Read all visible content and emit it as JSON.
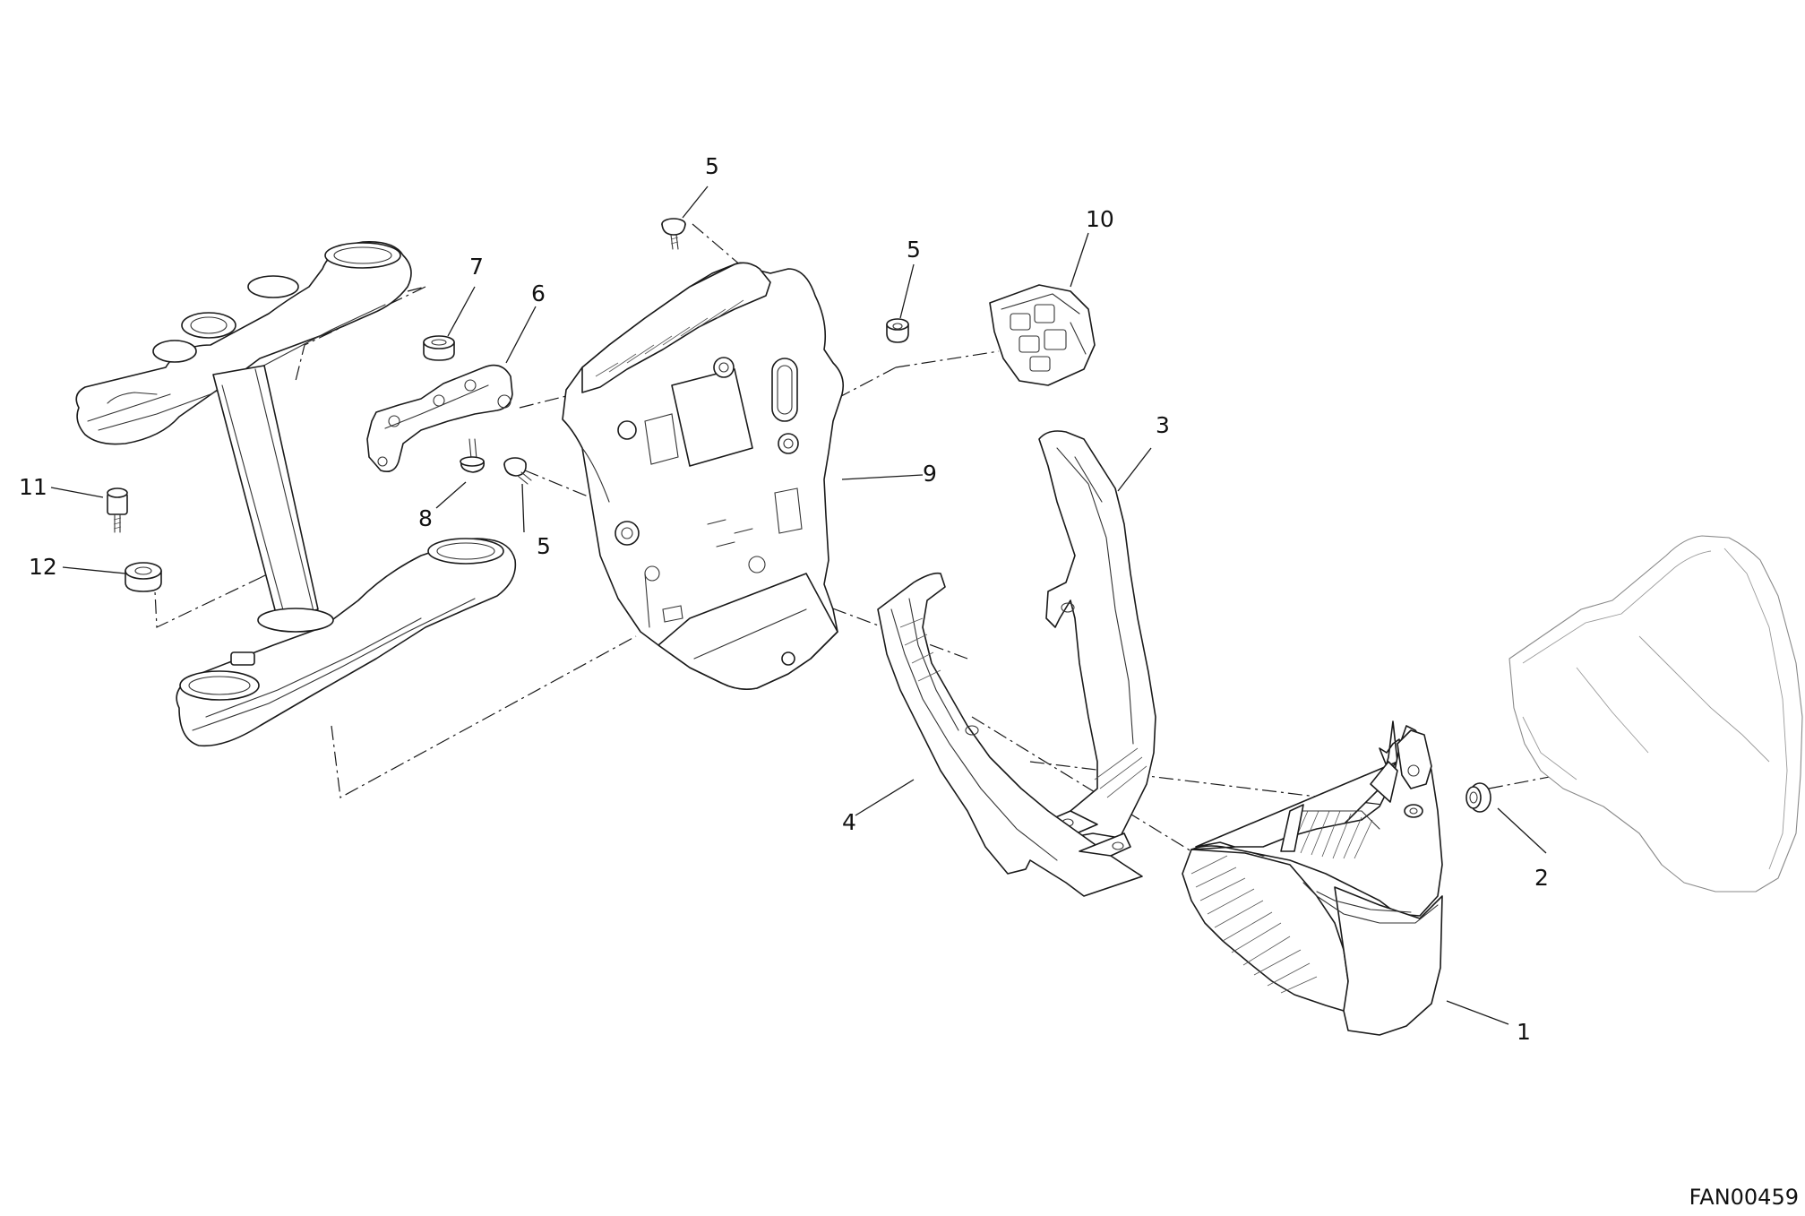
{
  "drawing_code": "FAN00459",
  "callouts": [
    {
      "id": "c1",
      "text": "1"
    },
    {
      "id": "c2",
      "text": "2"
    },
    {
      "id": "c3",
      "text": "3"
    },
    {
      "id": "c4",
      "text": "4"
    },
    {
      "id": "c5a",
      "text": "5"
    },
    {
      "id": "c5b",
      "text": "5"
    },
    {
      "id": "c5c",
      "text": "5"
    },
    {
      "id": "c6",
      "text": "6"
    },
    {
      "id": "c7",
      "text": "7"
    },
    {
      "id": "c8",
      "text": "8"
    },
    {
      "id": "c9",
      "text": "9"
    },
    {
      "id": "c10",
      "text": "10"
    },
    {
      "id": "c11",
      "text": "11"
    },
    {
      "id": "c12",
      "text": "12"
    }
  ]
}
